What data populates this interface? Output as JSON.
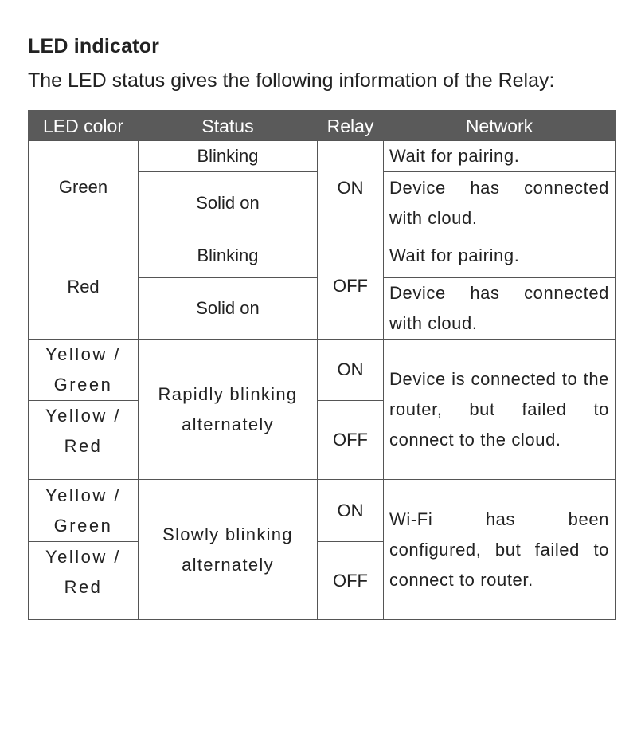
{
  "title": "LED indicator",
  "intro": "The LED status gives the following information of the Relay:",
  "headers": [
    "LED color",
    "Status",
    "Relay",
    "Network"
  ],
  "green": {
    "led": "Green",
    "status1": "Blinking",
    "status2": "Solid on",
    "relay": "ON",
    "net1": "Wait for pairing.",
    "net2": "Device has connected with cloud."
  },
  "red": {
    "led": "Red",
    "status1": "Blinking",
    "status2": "Solid on",
    "relay": "OFF",
    "net1": "Wait for pairing.",
    "net2": "Device has connected with cloud."
  },
  "rapid": {
    "led1": "Yellow / Green",
    "led2": "Yellow / Red",
    "status": "Rapidly blinking alternately",
    "relay1": "ON",
    "relay2": "OFF",
    "net": "Device is connected to the router, but failed to connect to the cloud."
  },
  "slow": {
    "led1": "Yellow / Green",
    "led2": "Yellow / Red",
    "status": "Slowly blinking alternately",
    "relay1": "ON",
    "relay2": "OFF",
    "net": "Wi-Fi has been configured, but failed to connect to router."
  }
}
